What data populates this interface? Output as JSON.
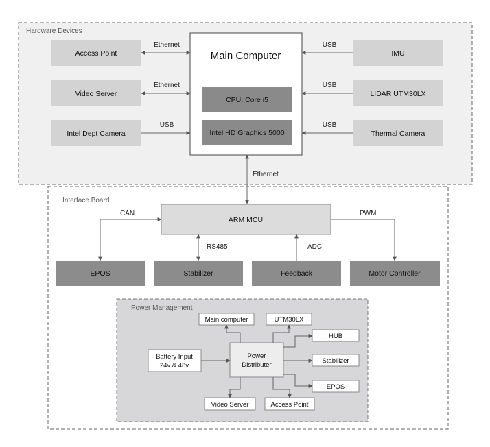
{
  "colors": {
    "light_box": "#d3d3d3",
    "mid_box": "#b5b5b5",
    "dark_box": "#8c8c8c",
    "cpu_box": "#8a8a8a",
    "section_bg": "#f0f0f0",
    "power_bg": "#d7d7d9",
    "border": "#666666"
  },
  "hardware": {
    "section_label": "Hardware Devices",
    "main_computer": "Main Computer",
    "cpu": "CPU: Core i5",
    "gpu": "Intel HD Graphics 5000",
    "left_devices": [
      "Access Point",
      "Video Server",
      "Intel Dept Camera"
    ],
    "left_links": [
      "Ethernet",
      "Ethernet",
      "USB"
    ],
    "right_devices": [
      "IMU",
      "LIDAR UTM30LX",
      "Thermal Camera"
    ],
    "right_links": [
      "USB",
      "USB",
      "USB"
    ],
    "down_link": "Ethernet"
  },
  "interface": {
    "section_label": "Interface Board",
    "mcu": "ARM MCU",
    "modules": [
      "EPOS",
      "Stabilizer",
      "Feedback",
      "Motor Controller"
    ],
    "links": [
      "CAN",
      "RS485",
      "ADC",
      "PWM"
    ]
  },
  "power": {
    "section_label": "Power Management",
    "distributor_line1": "Power",
    "distributor_line2": "Distributer",
    "battery_line1": "Battery Input",
    "battery_line2": "24v & 48v",
    "outputs": {
      "main_computer": "Main computer",
      "utm30lx": "UTM30LX",
      "hub": "HUB",
      "stabilizer": "Stabilizer",
      "epos": "EPOS",
      "video_server": "Video Server",
      "access_point": "Access Point"
    }
  }
}
